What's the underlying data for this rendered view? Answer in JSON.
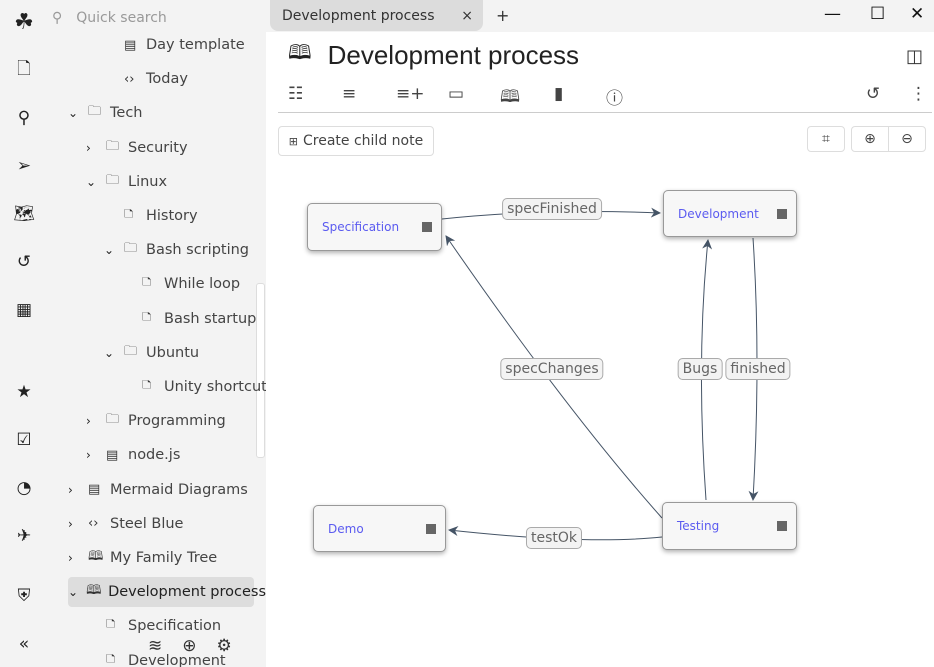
{
  "launcher": {
    "icons": [
      "logo-icon",
      "new-note-icon",
      "search-icon",
      "send-icon",
      "map-icon",
      "history-icon",
      "calendar-icon",
      "calendar-star-icon",
      "clipboard-check-icon",
      "dashboard-icon",
      "plane-icon",
      "shield-icon",
      "collapse-icon"
    ]
  },
  "search": {
    "placeholder": "Quick search"
  },
  "tree": {
    "items": [
      {
        "label": "Day template",
        "level": 3,
        "icon": "book"
      },
      {
        "label": "Today",
        "level": 3,
        "icon": "code"
      },
      {
        "label": "Tech",
        "level": 1,
        "icon": "folder",
        "expanded": true
      },
      {
        "label": "Security",
        "level": 2,
        "icon": "folder",
        "expanded": false
      },
      {
        "label": "Linux",
        "level": 2,
        "icon": "folder",
        "expanded": true
      },
      {
        "label": "History",
        "level": 3,
        "icon": "note"
      },
      {
        "label": "Bash scripting",
        "level": 3,
        "icon": "folder",
        "expanded": true
      },
      {
        "label": "While loop",
        "level": 4,
        "icon": "note"
      },
      {
        "label": "Bash startup",
        "level": 4,
        "icon": "note"
      },
      {
        "label": "Ubuntu",
        "level": 3,
        "icon": "folder",
        "expanded": true
      },
      {
        "label": "Unity shortcuts",
        "level": 4,
        "icon": "note"
      },
      {
        "label": "Programming",
        "level": 2,
        "icon": "folder",
        "expanded": false
      },
      {
        "label": "node.js",
        "level": 2,
        "icon": "book",
        "expanded": false
      },
      {
        "label": "Mermaid Diagrams",
        "level": 1,
        "icon": "book",
        "expanded": false
      },
      {
        "label": "Steel Blue",
        "level": 1,
        "icon": "code",
        "expanded": false
      },
      {
        "label": "My Family Tree",
        "level": 1,
        "icon": "map",
        "expanded": false
      },
      {
        "label": "Development process",
        "level": 1,
        "icon": "map",
        "expanded": true,
        "active": true
      },
      {
        "label": "Specification",
        "level": 2,
        "icon": "note"
      },
      {
        "label": "Development",
        "level": 2,
        "icon": "note"
      }
    ]
  },
  "tab": {
    "title": "Development process"
  },
  "note": {
    "title": "Development process",
    "create_child": "Create child note"
  },
  "map": {
    "nodes": [
      {
        "id": "spec",
        "label": "Specification"
      },
      {
        "id": "dev",
        "label": "Development"
      },
      {
        "id": "demo",
        "label": "Demo"
      },
      {
        "id": "test",
        "label": "Testing"
      }
    ],
    "relations": [
      {
        "from": "spec",
        "to": "dev",
        "label": "specFinished"
      },
      {
        "from": "test",
        "to": "spec",
        "label": "specChanges"
      },
      {
        "from": "test",
        "to": "dev",
        "label": "Bugs"
      },
      {
        "from": "dev",
        "to": "test",
        "label": "finished"
      },
      {
        "from": "test",
        "to": "demo",
        "label": "testOk"
      }
    ]
  }
}
